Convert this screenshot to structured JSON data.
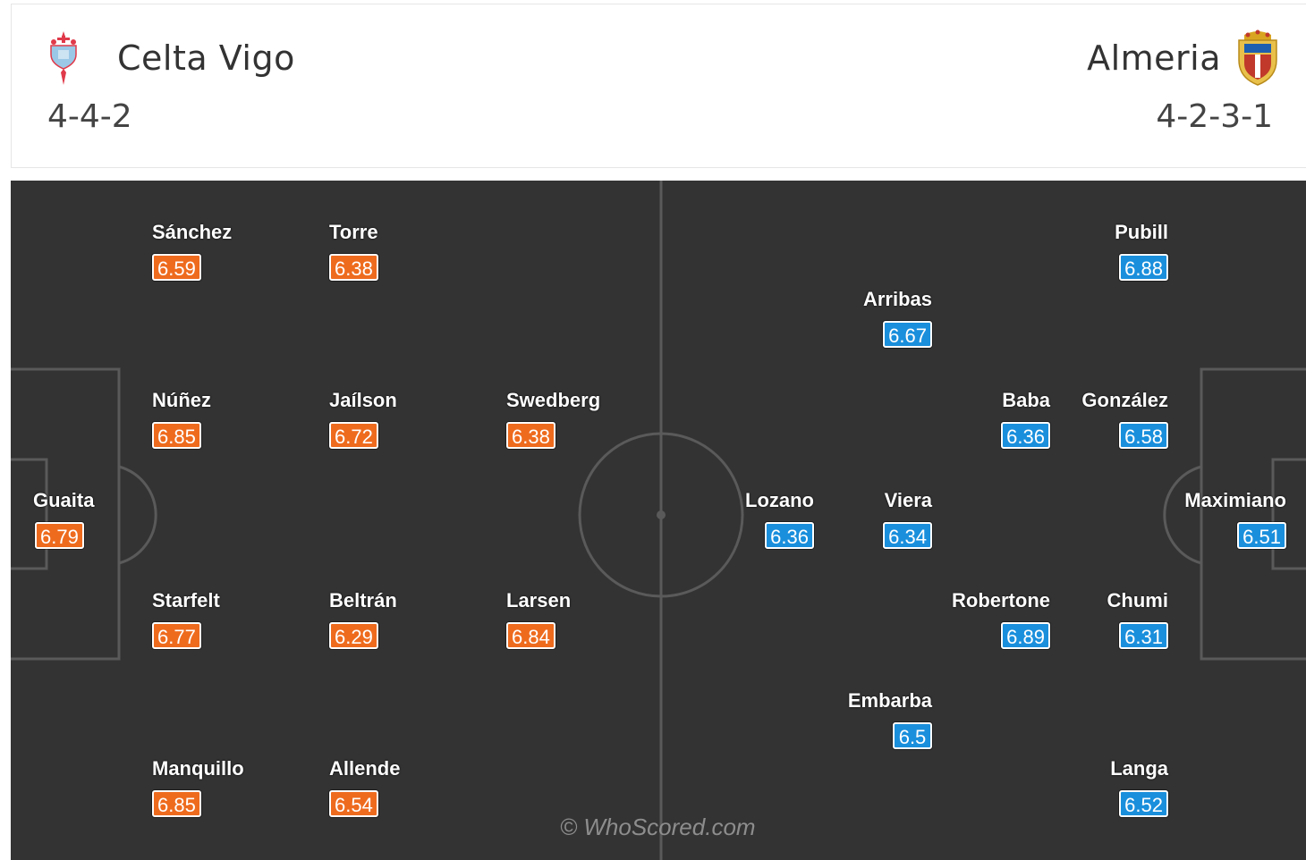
{
  "home": {
    "name": "Celta Vigo",
    "formation": "4-4-2",
    "crest_icon": "celta-vigo-crest-icon",
    "color": "#ee6b1e",
    "players": [
      {
        "name": "Sánchez",
        "rating": "6.59"
      },
      {
        "name": "Torre",
        "rating": "6.38"
      },
      {
        "name": "Núñez",
        "rating": "6.85"
      },
      {
        "name": "Jaílson",
        "rating": "6.72"
      },
      {
        "name": "Swedberg",
        "rating": "6.38"
      },
      {
        "name": "Guaita",
        "rating": "6.79"
      },
      {
        "name": "Starfelt",
        "rating": "6.77"
      },
      {
        "name": "Beltrán",
        "rating": "6.29"
      },
      {
        "name": "Larsen",
        "rating": "6.84"
      },
      {
        "name": "Manquillo",
        "rating": "6.85"
      },
      {
        "name": "Allende",
        "rating": "6.54"
      }
    ]
  },
  "away": {
    "name": "Almeria",
    "formation": "4-2-3-1",
    "crest_icon": "almeria-crest-icon",
    "color": "#1a8fdc",
    "players": [
      {
        "name": "Pubill",
        "rating": "6.88"
      },
      {
        "name": "Arribas",
        "rating": "6.67"
      },
      {
        "name": "Baba",
        "rating": "6.36"
      },
      {
        "name": "González",
        "rating": "6.58"
      },
      {
        "name": "Lozano",
        "rating": "6.36"
      },
      {
        "name": "Viera",
        "rating": "6.34"
      },
      {
        "name": "Maximiano",
        "rating": "6.51"
      },
      {
        "name": "Robertone",
        "rating": "6.89"
      },
      {
        "name": "Chumi",
        "rating": "6.31"
      },
      {
        "name": "Embarba",
        "rating": "6.5"
      },
      {
        "name": "Langa",
        "rating": "6.52"
      }
    ]
  },
  "pitch": {
    "background": "#333333",
    "line_color": "#5a5a5a"
  },
  "watermark": "© WhoScored.com"
}
